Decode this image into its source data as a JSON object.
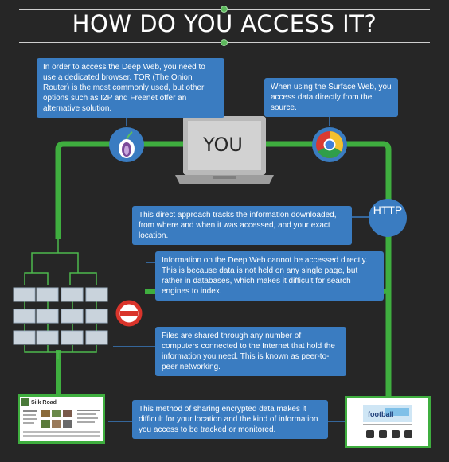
{
  "title": "HOW DO YOU ACCESS IT?",
  "callouts": {
    "deep_web_browser": "In order to access the Deep Web, you need to use a dedicated browser. TOR (The Onion Router) is the most commonly used, but other options such as I2P and Freenet offer an alternative solution.",
    "surface_web": "When using the Surface Web, you access data directly from the source.",
    "direct_approach": "This direct approach tracks the information downloaded, from where and when it was accessed, and your exact location.",
    "no_direct_access": "Information on the Deep Web cannot be accessed directly. This is because data is not held on any single page, but rather in databases, which makes it difficult for search engines to index.",
    "peer_to_peer": "Files are shared through any number of computers connected to the Internet that hold the information you need. This is known as peer-to-peer networking.",
    "encrypted_sharing": "This method of sharing encrypted data makes it difficult for your location and the kind of information you access to be tracked or monitored."
  },
  "laptop_label": "YOU",
  "http_label": "HTTP",
  "silk_road_label": "Silk Road",
  "football_label": "football",
  "colors": {
    "background": "#262626",
    "accent_green": "#3fae3f",
    "callout_blue": "#3a7cc1",
    "blocked_red": "#d9342b"
  },
  "icons": [
    "tor-onion-icon",
    "chrome-icon",
    "no-entry-icon",
    "http-circle"
  ]
}
